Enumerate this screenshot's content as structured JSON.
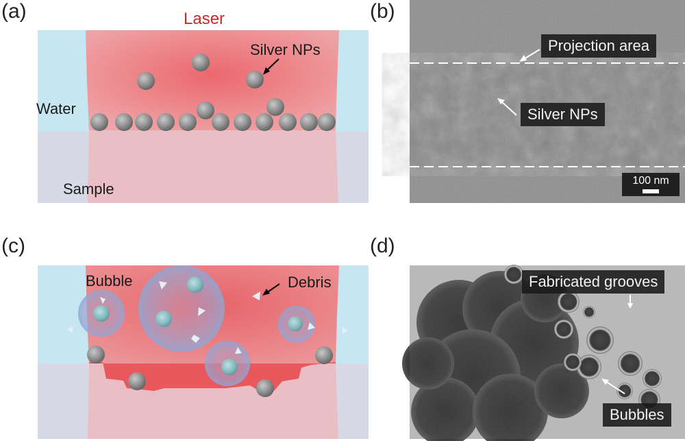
{
  "panels": {
    "a": {
      "label": "(a)",
      "laser": "Laser",
      "water": "Water",
      "sample": "Sample",
      "nps": "Silver NPs"
    },
    "b": {
      "label": "(b)",
      "projection": "Projection area",
      "nps": "Silver  NPs",
      "scale": "100 nm"
    },
    "c": {
      "label": "(c)",
      "bubble": "Bubble",
      "debris": "Debris"
    },
    "d": {
      "label": "(d)",
      "grooves": "Fabricated grooves",
      "bubbles": "Bubbles"
    }
  },
  "colors": {
    "water": "#c6e6f2",
    "sample": "#d7d9e6",
    "laser": "#e9585c",
    "np": "#8a8a8a",
    "laser_text": "#c62a2a"
  }
}
